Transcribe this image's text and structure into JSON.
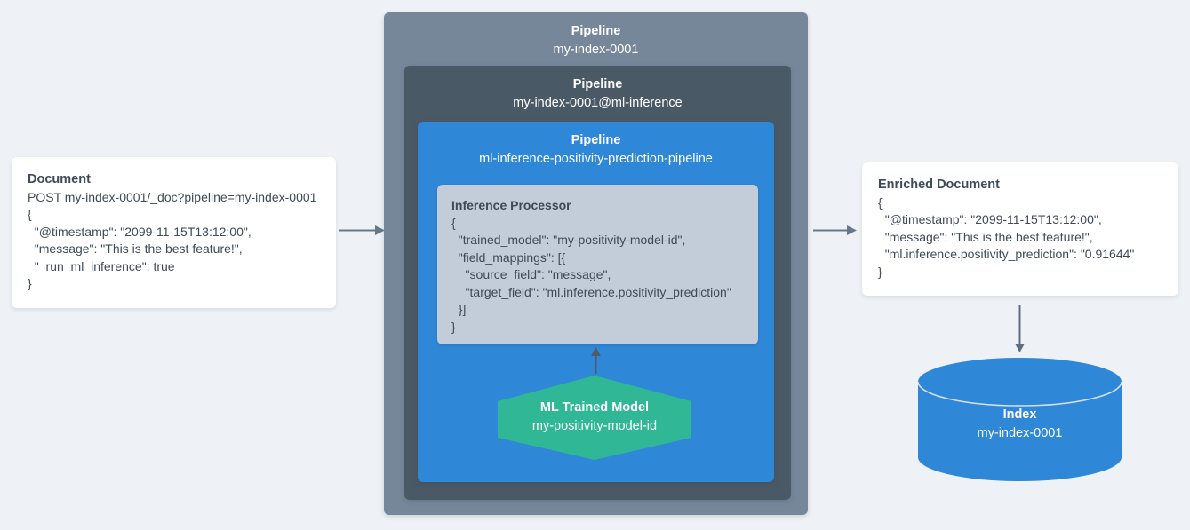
{
  "colors": {
    "background": "#EEF2F6",
    "card": "#FFFFFF",
    "outer_pipeline": "#76879A",
    "ml_pipeline": "#4A5966",
    "inference_pipeline": "#2E87D7",
    "processor_box": "#C3CDD9",
    "model_hexagon": "#30B796",
    "index_cylinder": "#2E87D7",
    "text_dark": "#3E4A59",
    "arrow_horizontal": "#66788A",
    "arrow_vertical": "#4E5B68"
  },
  "document_box": {
    "title": "Document",
    "lines": [
      "POST my-index-0001/_doc?pipeline=my-index-0001",
      "{",
      "  \"@timestamp\": \"2099-11-15T13:12:00\",",
      "  \"message\": \"This is the best feature!\",",
      "  \"_run_ml_inference\": true",
      "}"
    ]
  },
  "outer_pipeline": {
    "label": "Pipeline",
    "name": "my-index-0001"
  },
  "ml_pipeline": {
    "label": "Pipeline",
    "name": "my-index-0001@ml-inference"
  },
  "inference_pipeline": {
    "label": "Pipeline",
    "name": "ml-inference-positivity-prediction-pipeline"
  },
  "inference_processor": {
    "title": "Inference Processor",
    "lines": [
      "{",
      "  \"trained_model\": \"my-positivity-model-id\",",
      "  \"field_mappings\": [{",
      "    \"source_field\": \"message\",",
      "    \"target_field\": \"ml.inference.positivity_prediction\"",
      "  }]",
      "}"
    ]
  },
  "trained_model": {
    "title": "ML Trained Model",
    "name": "my-positivity-model-id"
  },
  "enriched_document": {
    "title": "Enriched Document",
    "lines": [
      "{",
      "  \"@timestamp\": \"2099-11-15T13:12:00\",",
      "  \"message\": \"This is the best feature!\",",
      "  \"ml.inference.positivity_prediction\": \"0.91644\"",
      "}"
    ]
  },
  "index_store": {
    "title": "Index",
    "name": "my-index-0001"
  }
}
